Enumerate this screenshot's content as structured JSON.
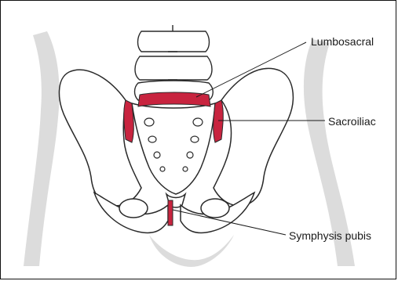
{
  "labels": {
    "lumbosacral": "Lumbosacral",
    "sacroiliac": "Sacroiliac",
    "symphysis": "Symphysis pubis"
  },
  "colors": {
    "joint_highlight": "#c8243f",
    "bone_outline": "#2a2a2a",
    "bone_fill": "#ffffff",
    "body_shadow": "#d6d6d6"
  }
}
